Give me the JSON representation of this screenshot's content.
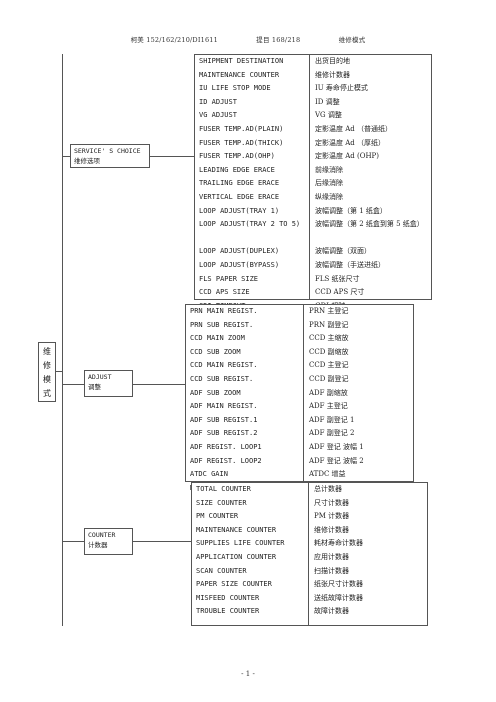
{
  "header": {
    "model": "柯美 152/162/210/DI1611",
    "page": "提目 168/218",
    "section": "维修模式"
  },
  "root_label": "维修模式",
  "nodes": {
    "service_choice": {
      "en": "SERVICE' S CHOICE",
      "zh": "维修选项"
    },
    "adjust": {
      "en": "ADJUST",
      "zh": "调整"
    },
    "counter": {
      "en": "COUNTER",
      "zh": "计数器"
    }
  },
  "service_choice_items": [
    {
      "en": " SHIPMENT DESTINATION",
      "zh": "出货目的地"
    },
    {
      "en": "MAINTENANCE COUNTER",
      "zh": "维修计数器"
    },
    {
      "en": "IU LIFE STOP MODE",
      "zh": "IU 寿命停止模式"
    },
    {
      "en": "ID ADJUST",
      "zh": "ID 调整"
    },
    {
      "en": "VG ADJUST",
      "zh": "VG 调整"
    },
    {
      "en": "FUSER TEMP.AD(PLAIN)",
      "zh": "定影温度 Ad （普通纸）"
    },
    {
      "en": "FUSER TEMP.AD(THICK)",
      "zh": "定影温度 Ad （厚纸）"
    },
    {
      "en": "FUSER TEMP.AD(OHP)",
      "zh": "定影温度 Ad (OHP)"
    },
    {
      "en": "LEADING EDGE ERACE",
      "zh": "前缘消除"
    },
    {
      "en": "TRAILING EDGE ERACE",
      "zh": "后缘消除"
    },
    {
      "en": "VERTICAL EDGE ERACE",
      "zh": "纵缘消除"
    },
    {
      "en": "LOOP ADJUST(TRAY 1)",
      "zh": "波幅调整（第 1 纸盒）"
    },
    {
      "en": "LOOP ADJUST(TRAY 2 TO 5)",
      "zh": "波幅调整（第 2 纸盒到第 5 纸盒）"
    },
    {
      "en": "LOOP ADJUST(DUPLEX)",
      "zh": "波幅调整（双面）"
    },
    {
      "en": "LOOP ADJUST(BYPASS)",
      "zh": "波幅调整（手送进纸）"
    },
    {
      "en": "FLS PAPER SIZE",
      "zh": "FLS 纸张尺寸"
    },
    {
      "en": "CCD APS SIZE",
      "zh": "CCD APS 尺寸"
    },
    {
      "en": "GDI TIMEOUT",
      "zh": "GDI 超时"
    }
  ],
  "adjust_items": [
    {
      "en": "PRN MAIN REGIST.",
      "zh": "PRN 主登记"
    },
    {
      "en": "PRN SUB REGIST.",
      "zh": "PRN 副登记"
    },
    {
      "en": "CCD MAIN ZOOM",
      "zh": "CCD 主缩放"
    },
    {
      "en": "CCD SUB ZOOM",
      "zh": "CCD 副缩放"
    },
    {
      "en": "CCD MAIN REGIST.",
      "zh": "CCD 主登记"
    },
    {
      "en": "CCD SUB REGIST.",
      "zh": "CCD 副登记"
    },
    {
      "en": "ADF SUB ZOOM",
      "zh": "ADF 副缩放"
    },
    {
      "en": "ADF MAIN REGIST.",
      "zh": "ADF 主登记"
    },
    {
      "en": "ADF SUB REGIST.1",
      "zh": "ADF 副登记 1"
    },
    {
      "en": "ADF SUB REGIST.2",
      "zh": "ADF 副登记 2"
    },
    {
      "en": "ADF REGIST. LOOP1",
      "zh": "ADF 登记 波幅 1"
    },
    {
      "en": "ADF REGIST. LOOP2",
      "zh": "ADF 登记 波幅 2"
    },
    {
      "en": "ATDC GAIN",
      "zh": "ATDC 增益"
    },
    {
      "en": "MODEL SETTING",
      "zh": "型号设置"
    }
  ],
  "counter_items": [
    {
      "en": "TOTAL COUNTER",
      "zh": "总计数器"
    },
    {
      "en": "SIZE COUNTER",
      "zh": "尺寸计数器"
    },
    {
      "en": "PM COUNTER",
      "zh": "PM 计数器"
    },
    {
      "en": "MAINTENANCE COUNTER",
      "zh": "维修计数器"
    },
    {
      "en": "SUPPLIES LIFE COUNTER",
      "zh": "耗材寿命计数器"
    },
    {
      "en": "APPLICATION COUNTER",
      "zh": "应用计数器"
    },
    {
      "en": "SCAN COUNTER",
      "zh": "扫描计数器"
    },
    {
      "en": "PAPER SIZE COUNTER",
      "zh": "纸张尺寸计数器"
    },
    {
      "en": "MISFEED COUNTER",
      "zh": "送纸故障计数器"
    },
    {
      "en": "TROUBLE COUNTER",
      "zh": "故障计数器"
    }
  ],
  "footer": "- 1 -"
}
